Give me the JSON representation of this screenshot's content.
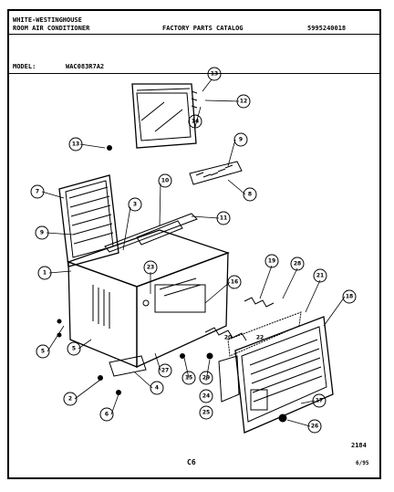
{
  "header": {
    "brand_line1": "WHITE-WESTINGHOUSE",
    "brand_line2": "ROOM AIR CONDITIONER",
    "catalog_title": "FACTORY PARTS CATALOG",
    "catalog_number": "5995240018",
    "model_label": "MODEL:",
    "model_value": "WAC083R7A2"
  },
  "footer": {
    "page_code": "C6",
    "drawing_number": "2184",
    "date_code": "6/95"
  },
  "callouts": [
    "1",
    "2",
    "3",
    "4",
    "5",
    "6",
    "7",
    "8",
    "9",
    "10",
    "11",
    "12",
    "13",
    "14",
    "15",
    "16",
    "17",
    "18",
    "19",
    "20",
    "21",
    "22",
    "23",
    "24",
    "25",
    "26",
    "27",
    "28",
    "29"
  ]
}
